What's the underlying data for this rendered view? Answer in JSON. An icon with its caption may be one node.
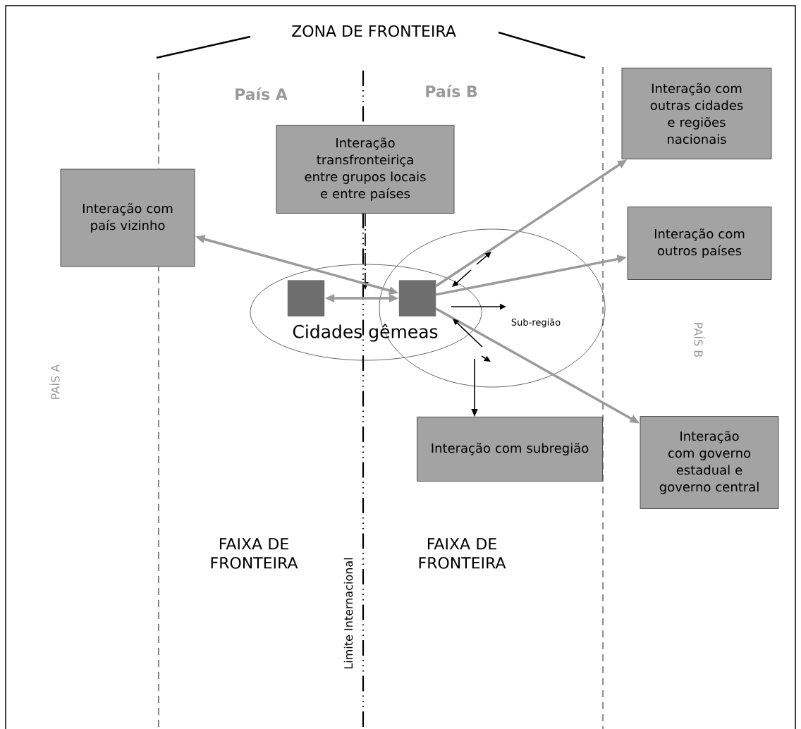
{
  "diagram": {
    "nodes": [
      {
        "text": [
          "Interação com outras cidades e regiões nacionais"
        ]
      },
      {
        "text": [
          "Interação transfronteiriça entre grupos locais e entre países"
        ]
      },
      {
        "text": [
          "Interação com país vizinho"
        ]
      },
      {
        "text": [
          "Interação com outros países"
        ]
      },
      {
        "text": [],
        "shape": "box"
      },
      {
        "text": [],
        "shape": "box"
      },
      {
        "text": [
          "Interação com subregião"
        ]
      },
      {
        "text": [
          "Interação com governo estadual e governo central"
        ]
      }
    ],
    "edges": [
      {
        "from": 1,
        "to": null,
        "arrow": "to",
        "style": "dashed",
        "color": "#000000"
      },
      {
        "from": 4,
        "to": 5,
        "arrow": "both"
      },
      {
        "from": 2,
        "to": 5,
        "arrow": "both"
      },
      {
        "from": 5,
        "to": 0,
        "arrow": "to"
      },
      {
        "from": 5,
        "to": 3,
        "arrow": "to"
      },
      {
        "from": 5,
        "to": 7,
        "arrow": "to"
      },
      {
        "from": null,
        "to": 6,
        "arrow": "to",
        "color": "#000000"
      }
    ],
    "labels": [
      "ZONA DE FRONTEIRA",
      "País A",
      "País B",
      "PAÍS A",
      "PAÍS B",
      "Cidades gêmeas",
      "Sub-região",
      "FAIXA DE FRONTEIRA",
      "FAIXA DE FRONTEIRA",
      "Limite Internacional"
    ]
  }
}
